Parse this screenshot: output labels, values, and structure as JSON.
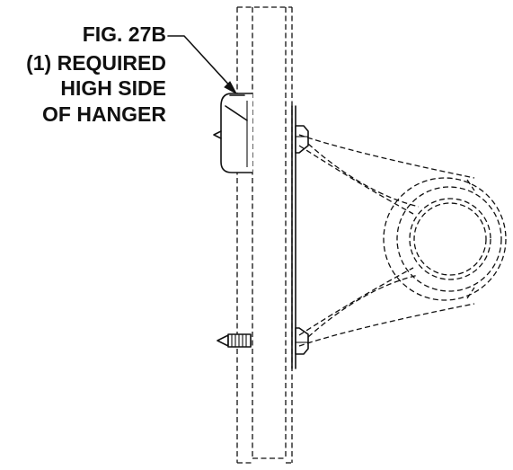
{
  "callout": {
    "lines": [
      "FIG. 27B",
      "(1) REQUIRED",
      "HIGH SIDE",
      "OF HANGER"
    ]
  },
  "parts": {
    "vertical_member": "hidden-line-column",
    "clip": "fig-27b-clip",
    "hanger": "pipe-hanger",
    "fastener": "lag-screw"
  },
  "colors": {
    "line": "#111111",
    "background": "#ffffff"
  }
}
